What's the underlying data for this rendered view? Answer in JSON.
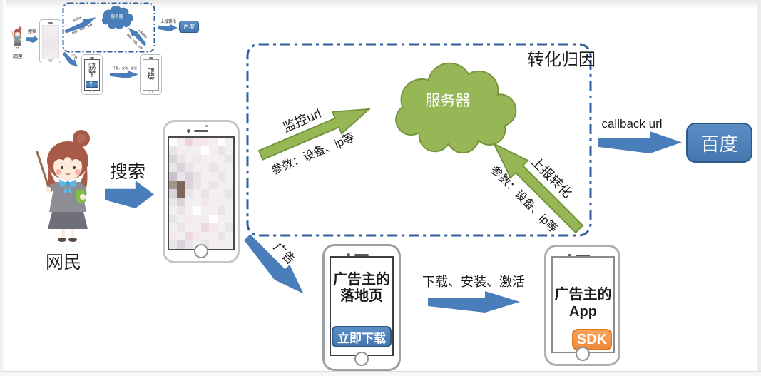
{
  "colors": {
    "arrow_blue": "#4a7ebb",
    "arrow_green": "#97b655",
    "arrow_green_border": "#74953c",
    "cloud_green": "#97b655",
    "cloud_blue": "#4a7ebb",
    "button_blue": "#4f81bd",
    "sdk_orange": "#f79646",
    "dash_border_blue": "#2f5f9e"
  },
  "main": {
    "user_label": "网民",
    "search_label": "搜索",
    "attribution_title": "转化归因",
    "server_label": "服务器",
    "monitor_url_label": "监控url",
    "monitor_params_label": "参数：设备、ip等",
    "report_label": "上报转化",
    "report_params_label": "参数：设备、ip等",
    "callback_label": "callback url",
    "baidu_label": "百度",
    "ad_label": "广告",
    "landing_line1": "广告主的",
    "landing_line2": "落地页",
    "download_button_label": "立即下载",
    "install_flow_label": "下载、安装、激活",
    "app_line1": "广告主的",
    "app_line2": "App",
    "sdk_label": "SDK"
  },
  "thumbnail": {
    "user_label": "网民",
    "search_label": "搜索",
    "server_label": "服务器",
    "monitor_url_label": "监控url",
    "monitor_params_label": "参数：设备、ip等",
    "report_label": "上报转化",
    "report_params_label": "参数：设备、ip等",
    "callback_label": "上报转化",
    "baidu_label": "百度",
    "ad_label": "广告",
    "landing_line1": "广告主的",
    "landing_line2": "落地页",
    "download_button_label": "立即下载",
    "install_flow_label": "下载、安装、激活",
    "app_line1": "广告主的",
    "app_line2": "App"
  },
  "mosaic": {
    "palette": [
      "#ffffff",
      "#f3eff1",
      "#e8e4e8",
      "#d9d3da",
      "#f6e8ea",
      "#edd9dd",
      "#c7c1ca",
      "#a3948c",
      "#7c685d",
      "#efd3d8"
    ],
    "grid": [
      "01944101",
      "21110121",
      "32141112",
      "23211211",
      "62321121",
      "78321211",
      "38212112",
      "23114111",
      "12101121",
      "21411011",
      "12115412",
      "41541121",
      "23212111"
    ]
  }
}
